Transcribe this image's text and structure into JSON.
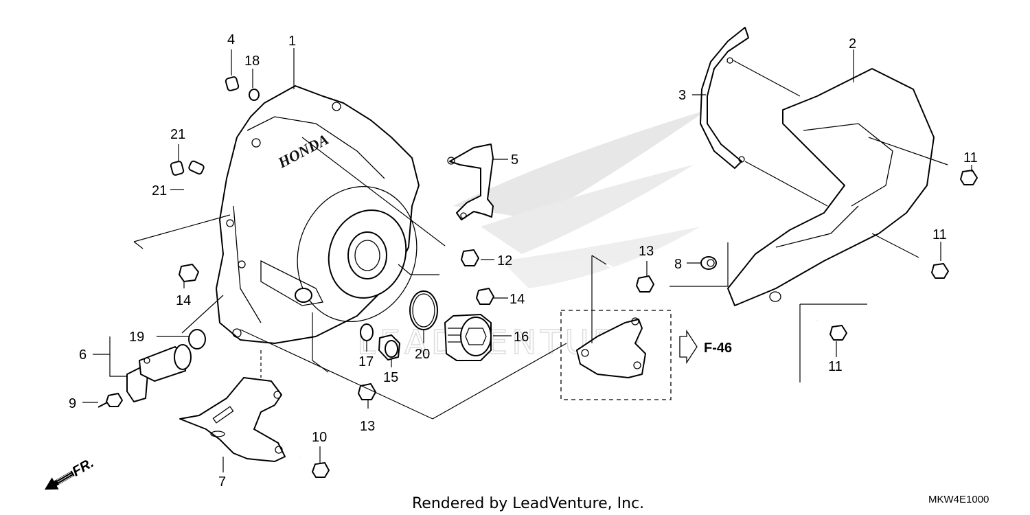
{
  "callouts": [
    {
      "id": "c1",
      "text": "1"
    },
    {
      "id": "c2",
      "text": "2"
    },
    {
      "id": "c3",
      "text": "3"
    },
    {
      "id": "c4",
      "text": "4"
    },
    {
      "id": "c5",
      "text": "5"
    },
    {
      "id": "c6",
      "text": "6"
    },
    {
      "id": "c7",
      "text": "7"
    },
    {
      "id": "c8",
      "text": "8"
    },
    {
      "id": "c9",
      "text": "9"
    },
    {
      "id": "c10",
      "text": "10"
    },
    {
      "id": "c11a",
      "text": "11"
    },
    {
      "id": "c11b",
      "text": "11"
    },
    {
      "id": "c11c",
      "text": "11"
    },
    {
      "id": "c12",
      "text": "12"
    },
    {
      "id": "c13a",
      "text": "13"
    },
    {
      "id": "c13b",
      "text": "13"
    },
    {
      "id": "c14a",
      "text": "14"
    },
    {
      "id": "c14b",
      "text": "14"
    },
    {
      "id": "c15",
      "text": "15"
    },
    {
      "id": "c16",
      "text": "16"
    },
    {
      "id": "c17",
      "text": "17"
    },
    {
      "id": "c18",
      "text": "18"
    },
    {
      "id": "c19",
      "text": "19"
    },
    {
      "id": "c20",
      "text": "20"
    },
    {
      "id": "c21a",
      "text": "21"
    },
    {
      "id": "c21b",
      "text": "21"
    }
  ],
  "reference": {
    "text": "F-46"
  },
  "direction": {
    "text": "FR."
  },
  "brand_mark": {
    "text": "HONDA"
  },
  "watermark": {
    "text": "LEADVENTURE"
  },
  "footer": {
    "credit": "Rendered by LeadVenture, Inc.",
    "diagram_code": "MKW4E1000"
  }
}
